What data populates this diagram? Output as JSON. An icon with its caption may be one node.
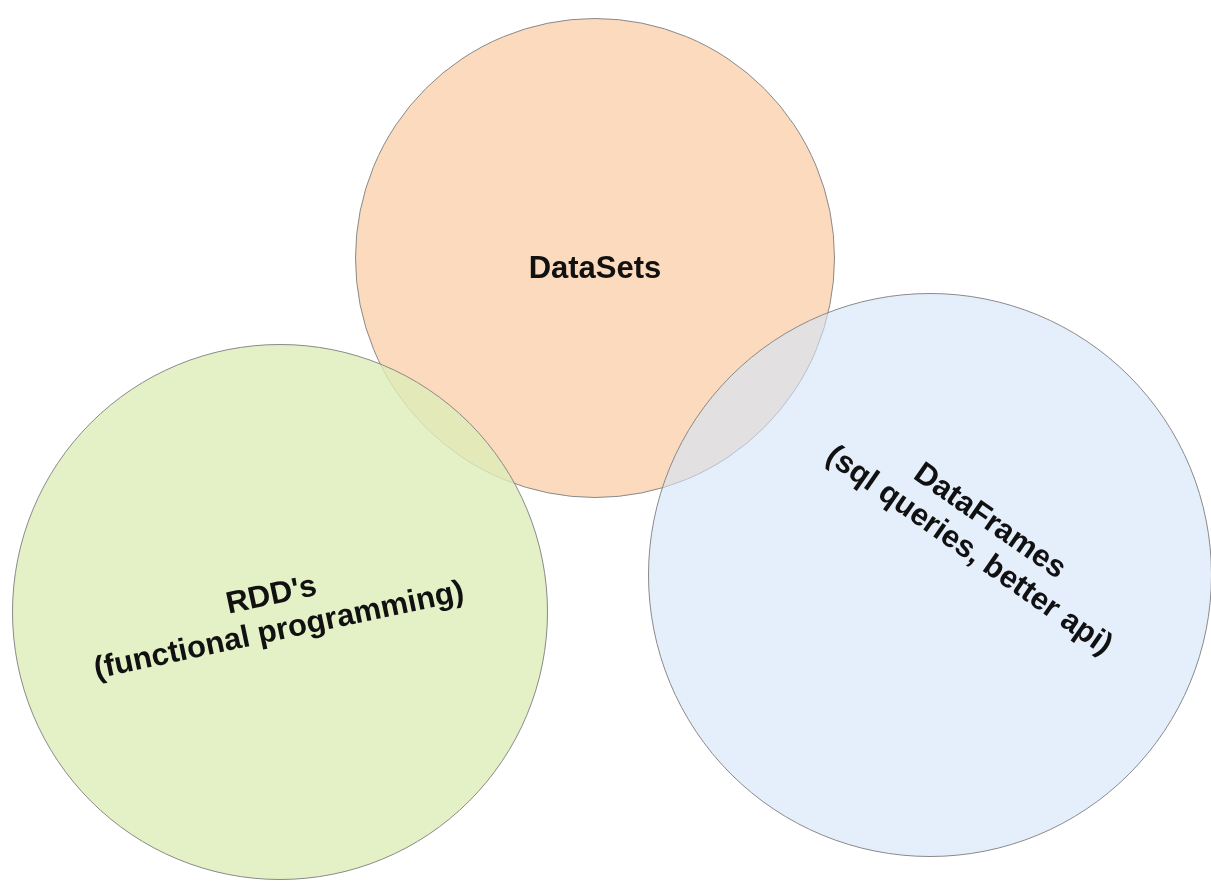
{
  "diagram": {
    "nodes": [
      {
        "text": [
          "DataSets"
        ]
      },
      {
        "text": [
          "RDD's",
          "(functional programming)"
        ]
      },
      {
        "text": [
          "DataFrames",
          "(sql queries, better api)"
        ]
      }
    ]
  }
}
